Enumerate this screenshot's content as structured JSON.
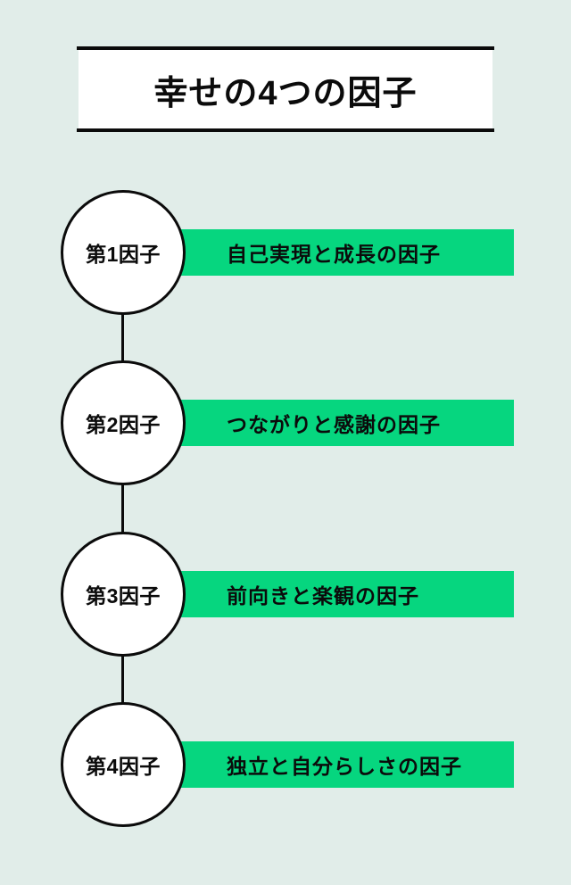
{
  "theme": {
    "background": "#e1ede9",
    "bar_green": "#06d67f",
    "ink": "#0b0b0b",
    "card": "#ffffff"
  },
  "header": {
    "title": "幸せの4つの因子"
  },
  "factors": [
    {
      "badge": "第1因子",
      "label": "自己実現と成長の因子"
    },
    {
      "badge": "第2因子",
      "label": "つながりと感謝の因子"
    },
    {
      "badge": "第3因子",
      "label": "前向きと楽観の因子"
    },
    {
      "badge": "第4因子",
      "label": "独立と自分らしさの因子"
    }
  ]
}
